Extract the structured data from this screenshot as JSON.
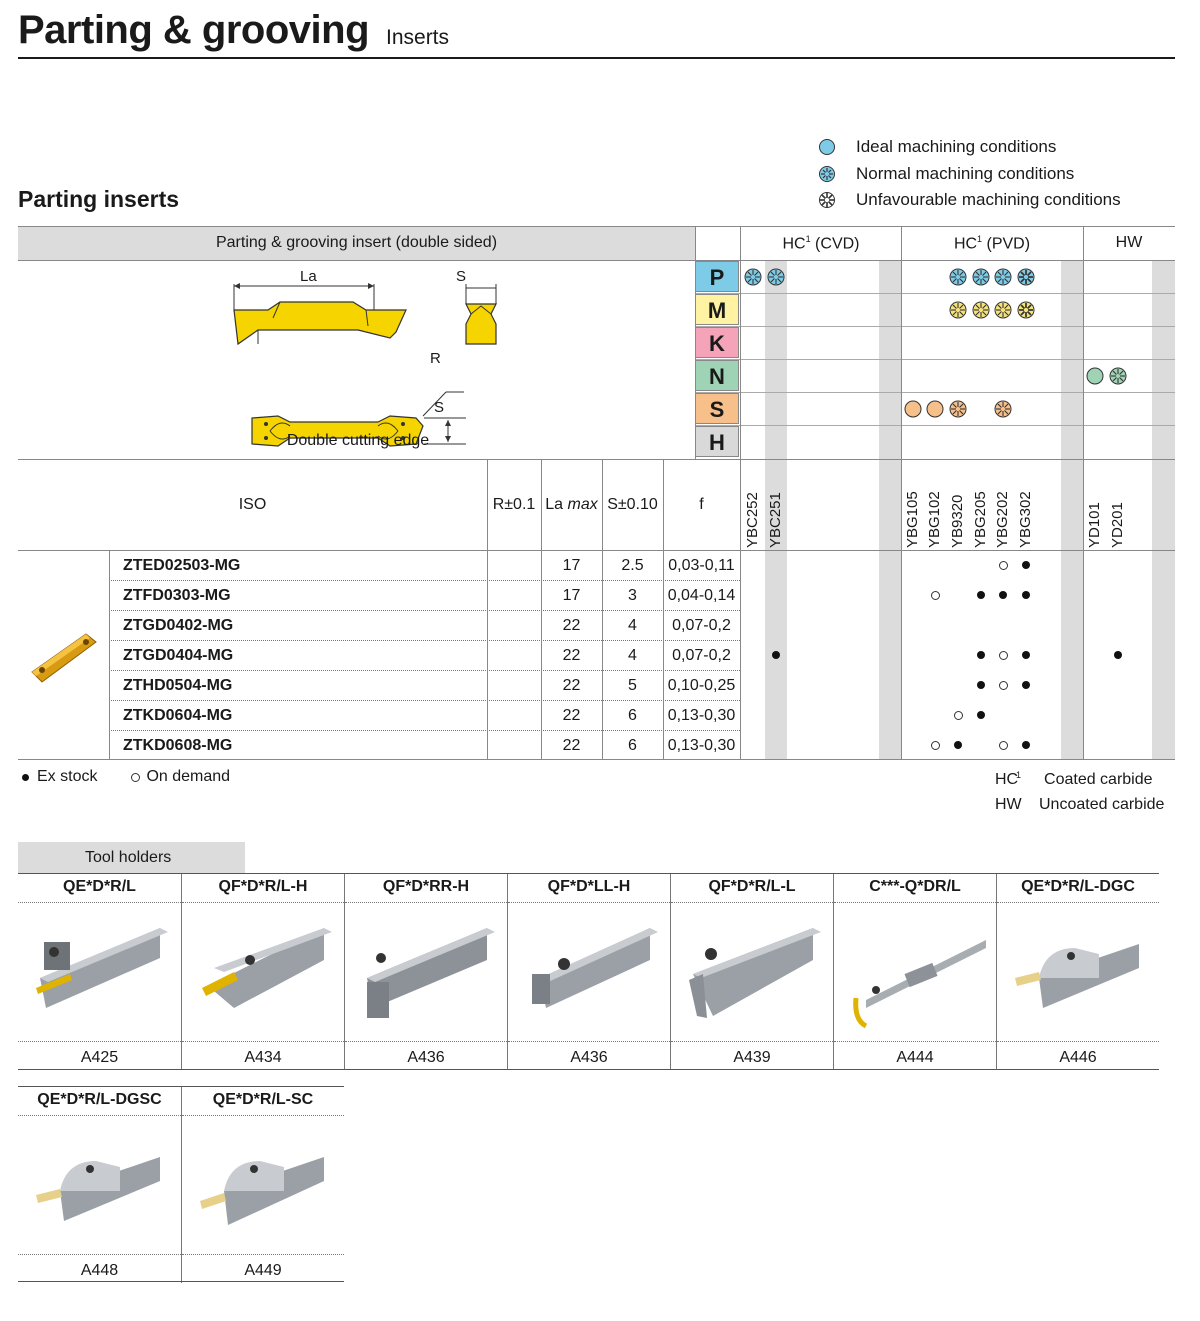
{
  "header": {
    "title": "Parting & grooving",
    "subtitle": "Inserts"
  },
  "section_title": "Parting inserts",
  "legend": [
    {
      "label": "Ideal machining conditions",
      "icon": "ideal-condition-icon"
    },
    {
      "label": "Normal machining conditions",
      "icon": "normal-condition-icon"
    },
    {
      "label": "Unfavourable machining conditions",
      "icon": "unfavourable-condition-icon"
    }
  ],
  "table": {
    "insert_header": "Parting & grooving insert (double sided)",
    "group_headers": [
      {
        "label": "HC",
        "sup": "1",
        "suffix": " (CVD)"
      },
      {
        "label": "HC",
        "sup": "1",
        "suffix": " (PVD)"
      },
      {
        "label": "HW",
        "sup": "",
        "suffix": ""
      }
    ],
    "diagram_labels": {
      "la": "La",
      "s_top": "S",
      "r": "R",
      "s_side": "S",
      "caption": "Double cutting edge"
    },
    "materials": [
      {
        "code": "P",
        "color": "#7ecbe8"
      },
      {
        "code": "M",
        "color": "#fff3a3"
      },
      {
        "code": "K",
        "color": "#f4a3b8"
      },
      {
        "code": "N",
        "color": "#9fd3b5"
      },
      {
        "code": "S",
        "color": "#f7bf8a"
      },
      {
        "code": "H",
        "color": "#d9d9d9"
      }
    ],
    "col_headers": {
      "iso": "ISO",
      "r": "R±0.1",
      "la": "La ",
      "la_italic": "max",
      "s": "S±0.10",
      "f": "f"
    },
    "grades": [
      "YBC252",
      "YBC251",
      "YBG105",
      "YBG102",
      "YB9320",
      "YBG205",
      "YBG202",
      "YBG302",
      "YD101",
      "YD201"
    ],
    "rows": [
      {
        "iso": "ZTED02503-MG",
        "r": "",
        "la": "17",
        "s": "2.5",
        "f": "0,03-0,11"
      },
      {
        "iso": "ZTFD0303-MG",
        "r": "",
        "la": "17",
        "s": "3",
        "f": "0,04-0,14"
      },
      {
        "iso": "ZTGD0402-MG",
        "r": "",
        "la": "22",
        "s": "4",
        "f": "0,07-0,2"
      },
      {
        "iso": "ZTGD0404-MG",
        "r": "",
        "la": "22",
        "s": "4",
        "f": "0,07-0,2"
      },
      {
        "iso": "ZTHD0504-MG",
        "r": "",
        "la": "22",
        "s": "5",
        "f": "0,10-0,25"
      },
      {
        "iso": "ZTKD0604-MG",
        "r": "",
        "la": "22",
        "s": "6",
        "f": "0,13-0,30"
      },
      {
        "iso": "ZTKD0608-MG",
        "r": "",
        "la": "22",
        "s": "6",
        "f": "0,13-0,30"
      }
    ],
    "availability": [
      {
        "row": 0,
        "grade": "YBG202",
        "state": "on-demand"
      },
      {
        "row": 0,
        "grade": "YBG302",
        "state": "ex-stock"
      },
      {
        "row": 1,
        "grade": "YBG102",
        "state": "on-demand"
      },
      {
        "row": 1,
        "grade": "YBG205",
        "state": "ex-stock"
      },
      {
        "row": 1,
        "grade": "YBG202",
        "state": "ex-stock"
      },
      {
        "row": 1,
        "grade": "YBG302",
        "state": "ex-stock"
      },
      {
        "row": 3,
        "grade": "YBC251",
        "state": "ex-stock"
      },
      {
        "row": 3,
        "grade": "YBG205",
        "state": "ex-stock"
      },
      {
        "row": 3,
        "grade": "YBG202",
        "state": "on-demand"
      },
      {
        "row": 3,
        "grade": "YBG302",
        "state": "ex-stock"
      },
      {
        "row": 3,
        "grade": "YD201",
        "state": "ex-stock"
      },
      {
        "row": 4,
        "grade": "YBG205",
        "state": "ex-stock"
      },
      {
        "row": 4,
        "grade": "YBG202",
        "state": "on-demand"
      },
      {
        "row": 4,
        "grade": "YBG302",
        "state": "ex-stock"
      },
      {
        "row": 5,
        "grade": "YB9320",
        "state": "on-demand"
      },
      {
        "row": 5,
        "grade": "YBG205",
        "state": "ex-stock"
      },
      {
        "row": 6,
        "grade": "YBG102",
        "state": "on-demand"
      },
      {
        "row": 6,
        "grade": "YB9320",
        "state": "ex-stock"
      },
      {
        "row": 6,
        "grade": "YBG202",
        "state": "on-demand"
      },
      {
        "row": 6,
        "grade": "YBG302",
        "state": "ex-stock"
      }
    ],
    "conditions": [
      {
        "material": "P",
        "grade": "YBC252",
        "level": "normal"
      },
      {
        "material": "P",
        "grade": "YBC251",
        "level": "normal"
      },
      {
        "material": "P",
        "grade": "YB9320",
        "level": "normal"
      },
      {
        "material": "P",
        "grade": "YBG205",
        "level": "normal"
      },
      {
        "material": "P",
        "grade": "YBG202",
        "level": "normal"
      },
      {
        "material": "P",
        "grade": "YBG302",
        "level": "unfavourable"
      },
      {
        "material": "M",
        "grade": "YB9320",
        "level": "normal"
      },
      {
        "material": "M",
        "grade": "YBG205",
        "level": "normal"
      },
      {
        "material": "M",
        "grade": "YBG202",
        "level": "normal"
      },
      {
        "material": "M",
        "grade": "YBG302",
        "level": "unfavourable"
      },
      {
        "material": "N",
        "grade": "YD101",
        "level": "ideal"
      },
      {
        "material": "N",
        "grade": "YD201",
        "level": "normal"
      },
      {
        "material": "S",
        "grade": "YBG105",
        "level": "ideal"
      },
      {
        "material": "S",
        "grade": "YBG102",
        "level": "ideal"
      },
      {
        "material": "S",
        "grade": "YB9320",
        "level": "normal"
      },
      {
        "material": "S",
        "grade": "YBG202",
        "level": "normal"
      }
    ]
  },
  "stock_legend": {
    "ex_stock": "Ex stock",
    "on_demand": "On demand"
  },
  "grade_legend": [
    {
      "code": "HC",
      "sup": "1",
      "label": "Coated carbide"
    },
    {
      "code": "HW",
      "sup": "",
      "label": "Uncoated carbide"
    }
  ],
  "tool_holders": {
    "tab_label": "Tool holders",
    "row1": [
      {
        "name": "QE*D*R/L",
        "page": "A425"
      },
      {
        "name": "QF*D*R/L-H",
        "page": "A434"
      },
      {
        "name": "QF*D*RR-H",
        "page": "A436"
      },
      {
        "name": "QF*D*LL-H",
        "page": "A436"
      },
      {
        "name": "QF*D*R/L-L",
        "page": "A439"
      },
      {
        "name": "C***-Q*DR/L",
        "page": "A444"
      },
      {
        "name": "QE*D*R/L-DGC",
        "page": "A446"
      }
    ],
    "row2": [
      {
        "name": "QE*D*R/L-DGSC",
        "page": "A448"
      },
      {
        "name": "QE*D*R/L-SC",
        "page": "A449"
      }
    ]
  }
}
